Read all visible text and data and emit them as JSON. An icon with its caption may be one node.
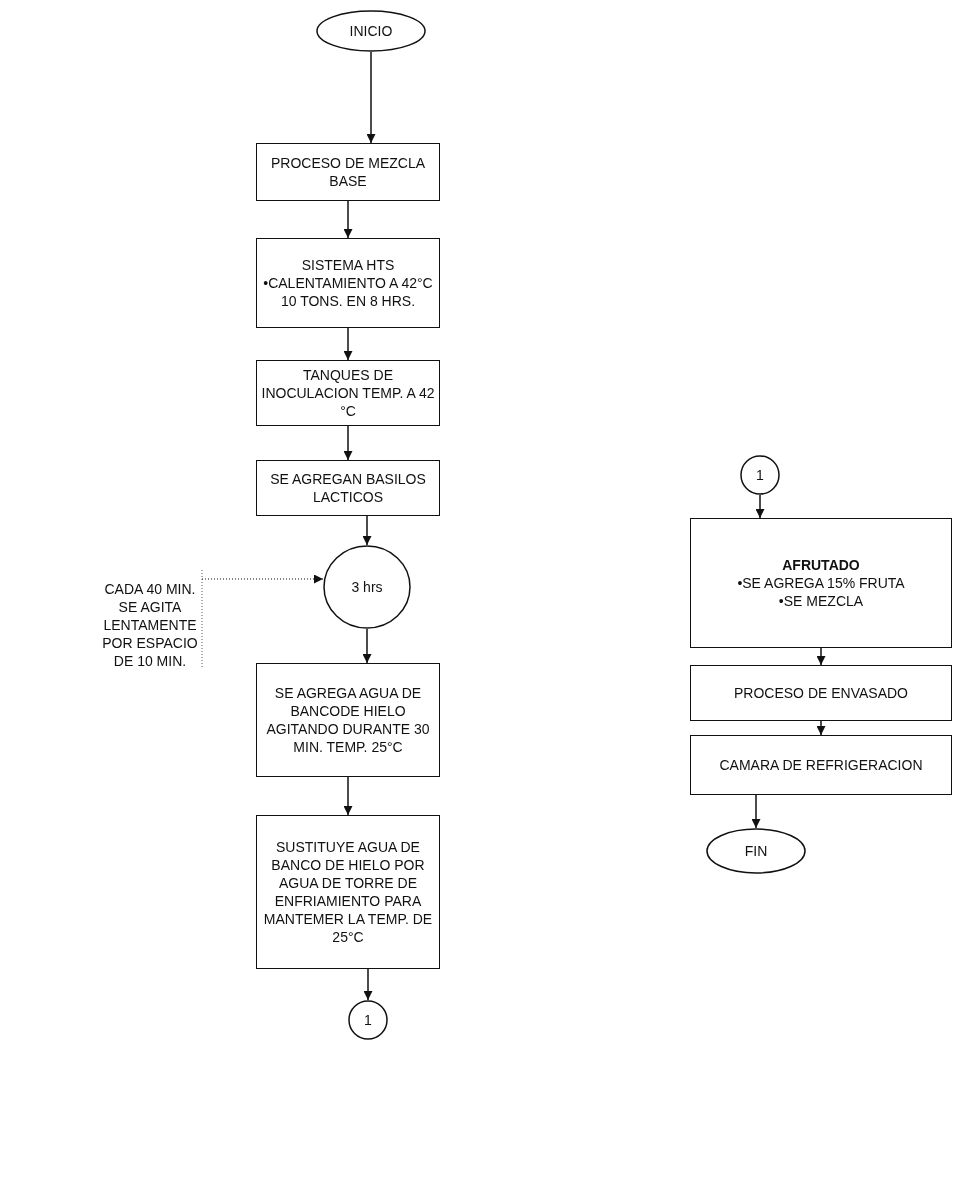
{
  "diagram": {
    "nodes": [
      {
        "text": [
          "INICIO"
        ]
      },
      {
        "text": [
          "PROCESO DE MEZCLA BASE"
        ]
      },
      {
        "text": [
          "SISTEMA HTS",
          "•CALENTAMIENTO A 42°C 10 TONS. EN 8 HRS."
        ]
      },
      {
        "text": [
          "TANQUES DE INOCULACION TEMP. A 42 °C"
        ]
      },
      {
        "text": [
          "SE AGREGAN BASILOS LACTICOS"
        ]
      },
      {
        "text": [
          "3 hrs"
        ]
      },
      {
        "text": [
          "CADA 40 MIN. SE AGITA LENTAMENTE POR ESPACIO DE 10 MIN."
        ]
      },
      {
        "text": [
          "SE AGREGA AGUA DE BANCODE HIELO AGITANDO DURANTE 30 MIN. TEMP. 25°C"
        ]
      },
      {
        "text": [
          "SUSTITUYE AGUA DE BANCO DE HIELO POR AGUA DE TORRE DE ENFRIAMIENTO PARA MANTEMER LA TEMP. DE 25°C"
        ]
      },
      {
        "text": [
          "1"
        ]
      },
      {
        "text": [
          "1"
        ]
      },
      {
        "text": [
          "AFRUTADO",
          "•SE AGREGA 15% FRUTA",
          "•SE MEZCLA"
        ]
      },
      {
        "text": [
          "PROCESO DE ENVASADO"
        ]
      },
      {
        "text": [
          "CAMARA DE REFRIGERACION"
        ]
      },
      {
        "text": [
          "FIN"
        ]
      }
    ],
    "edges": [
      {
        "from": 0,
        "to": 1,
        "arrow": "to"
      },
      {
        "from": 1,
        "to": 2,
        "arrow": "to"
      },
      {
        "from": 2,
        "to": 3,
        "arrow": "to"
      },
      {
        "from": 3,
        "to": 4,
        "arrow": "to"
      },
      {
        "from": 4,
        "to": 5,
        "arrow": "to"
      },
      {
        "from": 6,
        "to": 5,
        "arrow": "to",
        "style": "dashed"
      },
      {
        "from": 5,
        "to": 7,
        "arrow": "to"
      },
      {
        "from": 7,
        "to": 8,
        "arrow": "to"
      },
      {
        "from": 8,
        "to": 9,
        "arrow": "to"
      },
      {
        "from": 10,
        "to": 11,
        "arrow": "to"
      },
      {
        "from": 11,
        "to": 12,
        "arrow": "to"
      },
      {
        "from": 12,
        "to": 13,
        "arrow": "to"
      },
      {
        "from": 13,
        "to": 14,
        "arrow": "to"
      }
    ]
  }
}
